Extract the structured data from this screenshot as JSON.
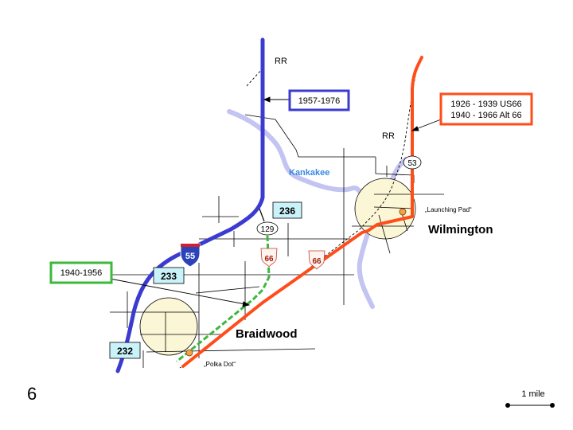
{
  "slide_number": "6",
  "labels": {
    "rr_north": "RR",
    "rr_east": "RR",
    "river": "Kankakee",
    "launching_pad": "„Launching Pad“",
    "polka_dot": "„Polka Dot“",
    "wilmington": "Wilmington",
    "braidwood": "Braidwood"
  },
  "callouts": {
    "i55_years": "1957-1976",
    "alt66_line1": "1926 - 1939 US66",
    "alt66_line2": "1940 - 1966 Alt 66",
    "green_years": "1940-1956"
  },
  "exits": {
    "e236": "236",
    "e233": "233",
    "e232": "232"
  },
  "route_shields": {
    "r129": "129",
    "r53": "53",
    "us66_a": "66",
    "us66_b": "66"
  },
  "interstate": {
    "number": "55"
  },
  "scale": {
    "label": "1 mile"
  },
  "colors": {
    "i55": "#3b3bd1",
    "alt66": "#ff4d1a",
    "green66": "#3cb83c",
    "river": "#c4c4f2",
    "town": "#fbf6d6",
    "exit_box": "#c9f3f9",
    "river_label": "#3a8ae0"
  }
}
